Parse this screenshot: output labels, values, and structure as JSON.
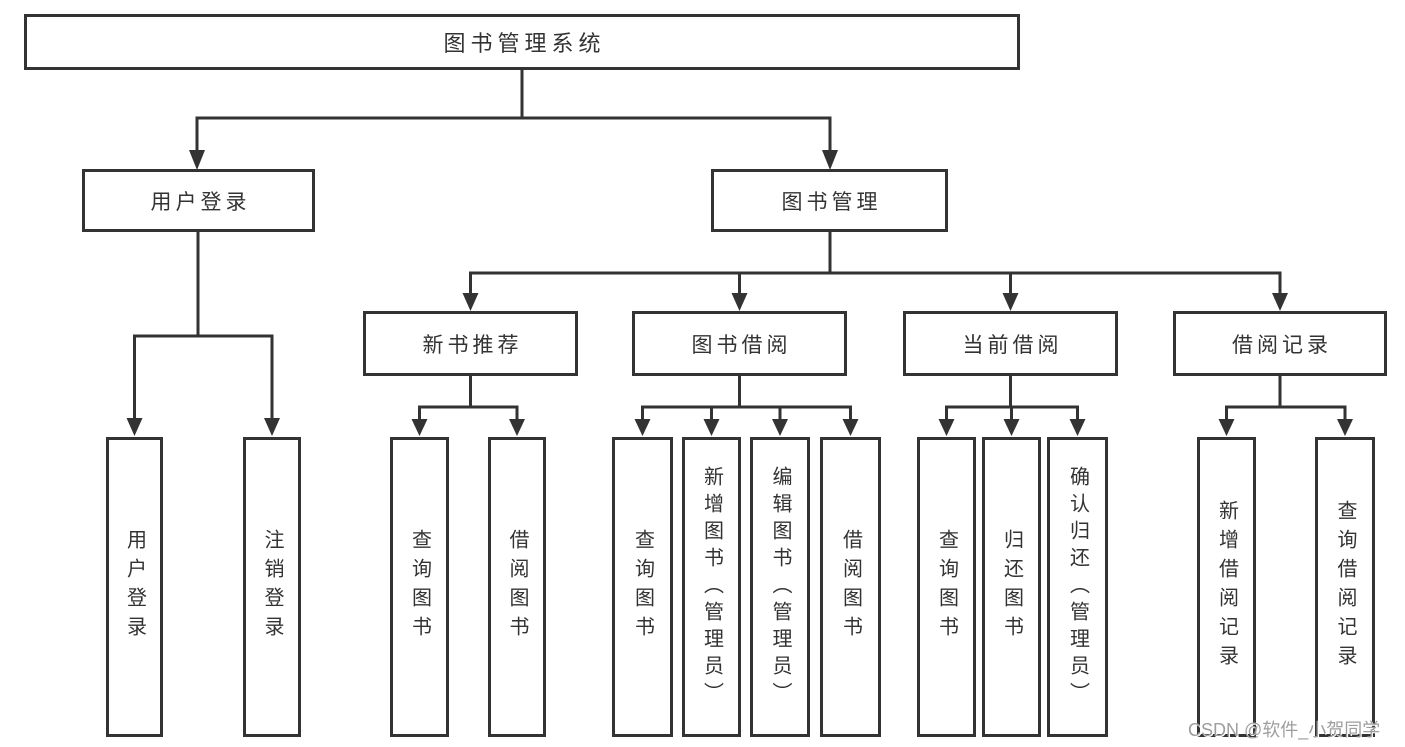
{
  "tree": {
    "root": "图书管理系统",
    "children": [
      {
        "label": "用户登录",
        "leaves": [
          "用户登录",
          "注销登录"
        ]
      },
      {
        "label": "图书管理",
        "children": [
          {
            "label": "新书推荐",
            "leaves": [
              "查询图书",
              "借阅图书"
            ]
          },
          {
            "label": "图书借阅",
            "leaves": [
              "查询图书",
              "新增图书（管理员）",
              "编辑图书（管理员）",
              "借阅图书"
            ]
          },
          {
            "label": "当前借阅",
            "leaves": [
              "查询图书",
              "归还图书",
              "确认归还（管理员）"
            ]
          },
          {
            "label": "借阅记录",
            "leaves": [
              "新增借阅记录",
              "查询借阅记录"
            ]
          }
        ]
      }
    ]
  },
  "watermark": {
    "text": "CSDN @软件_小贺同学"
  },
  "colors": {
    "line": "#333333",
    "box_border": "#333333",
    "text": "#333333",
    "watermark": "#9e9e9e",
    "background": "#ffffff"
  }
}
